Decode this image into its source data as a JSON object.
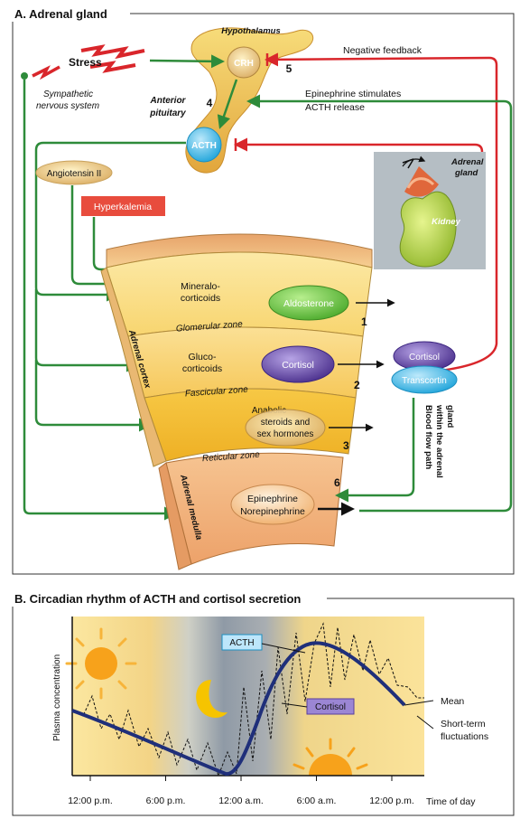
{
  "panel_a": {
    "title": "A. Adrenal gland",
    "hypothalamus": "Hypothalamus",
    "crh": "CRH",
    "num5": "5",
    "stress": "Stress",
    "negative_feedback": "Negative feedback",
    "sympathetic_1": "Sympathetic",
    "sympathetic_2": "nervous system",
    "anterior_1": "Anterior",
    "anterior_2": "pituitary",
    "num4": "4",
    "acth": "ACTH",
    "epi_stim_1": "Epinephrine stimulates",
    "epi_stim_2": "ACTH release",
    "angiotensin": "Angiotensin II",
    "hyperkalemia": "Hyperkalemia",
    "adrenal_gland_1": "Adrenal",
    "adrenal_gland_2": "gland",
    "kidney": "Kidney",
    "mineralo_1": "Mineralo-",
    "mineralo_2": "corticoids",
    "aldosterone": "Aldosterone",
    "glomerular": "Glomerular zone",
    "num1": "1",
    "adrenal_cortex": "Adrenal cortex",
    "gluco_1": "Gluco-",
    "gluco_2": "corticoids",
    "cortisol": "Cortisol",
    "fascicular": "Fascicular zone",
    "num2": "2",
    "cortisol_bound": "Cortisol",
    "transcortin": "Transcortin",
    "anabolic_1": "Anabolic",
    "anabolic_2": "steroids and",
    "anabolic_3": "sex hormones",
    "reticular": "Reticular zone",
    "num3": "3",
    "blood_flow_1": "Blood flow path",
    "blood_flow_2": "within the adrenal",
    "blood_flow_3": "gland",
    "num6": "6",
    "adrenal_medulla": "Adrenal medulla",
    "epinephrine": "Epinephrine",
    "norepinephrine": "Norepinephrine"
  },
  "panel_b": {
    "title": "B. Circadian rhythm of ACTH and cortisol secretion",
    "ylabel": "Plasma concentration",
    "acth_label": "ACTH",
    "cortisol_label": "Cortisol",
    "mean_label": "Mean",
    "fluct_1": "Short-term",
    "fluct_2": "fluctuations",
    "x_ticks": [
      "12:00 p.m.",
      "6:00 p.m.",
      "12:00 a.m.",
      "6:00 a.m.",
      "12:00 p.m."
    ],
    "x_title": "Time of day"
  },
  "colors": {
    "green_arrow": "#2e8b3a",
    "red_arrow": "#d9262b",
    "cortex_yellow": "#f7c95a",
    "medulla_orange": "#f3b27a",
    "acth_blue": "#34b9e8",
    "purple": "#5a3f9c"
  }
}
